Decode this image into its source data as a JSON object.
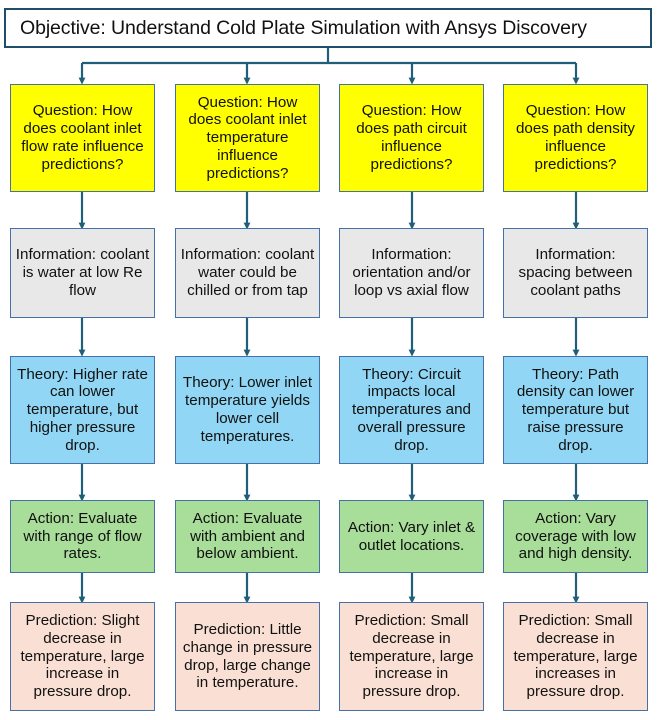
{
  "diagram": {
    "title": "Objective: Understand Cold Plate Simulation with Ansys Discovery",
    "colors": {
      "objective_border": "#1f4e6b",
      "node_border": "#4472a8",
      "connector": "#1f5f7a",
      "question_fill": "#ffff00",
      "information_fill": "#e8e8e8",
      "theory_fill": "#91d7f5",
      "action_fill": "#a9dd9a",
      "prediction_fill": "#fae0d4",
      "background": "#ffffff",
      "text": "#111111"
    },
    "row_labels": [
      "Question",
      "Information",
      "Theory",
      "Action",
      "Prediction"
    ],
    "columns": [
      {
        "question": "Question: How does coolant inlet flow rate influence predictions?",
        "information": "Information: coolant is water at low Re flow",
        "theory": "Theory: Higher rate can lower temperature, but higher pressure drop.",
        "action": "Action: Evaluate with range of flow rates.",
        "prediction": "Prediction: Slight decrease in temperature, large increase in pressure drop."
      },
      {
        "question": "Question: How does coolant inlet temperature influence predictions?",
        "information": "Information: coolant water could be chilled or from tap",
        "theory": "Theory: Lower inlet temperature yields lower cell temperatures.",
        "action": "Action: Evaluate with ambient and below ambient.",
        "prediction": "Prediction: Little change in pressure drop, large change in temperature."
      },
      {
        "question": "Question: How does path circuit influence predictions?",
        "information": "Information: orientation and/or loop vs axial flow",
        "theory": "Theory: Circuit impacts local temperatures and overall pressure drop.",
        "action": "Action: Vary inlet & outlet locations.",
        "prediction": "Prediction: Small decrease in temperature, large increase in pressure drop."
      },
      {
        "question": "Question: How does path density influence predictions?",
        "information": "Information: spacing between coolant paths",
        "theory": "Theory:  Path density can lower temperature but raise pressure drop.",
        "action": "Action: Vary coverage with low and high density.",
        "prediction": "Prediction: Small decrease in temperature, large increases in pressure drop."
      }
    ]
  }
}
